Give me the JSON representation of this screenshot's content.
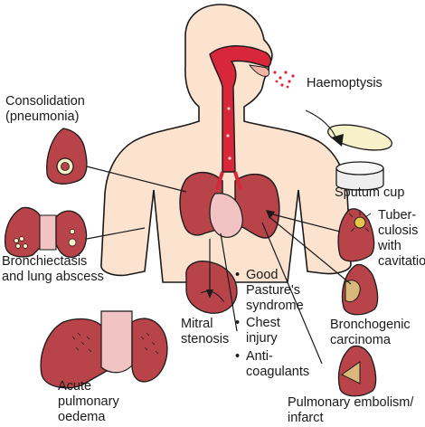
{
  "labels": {
    "haemoptysis": "Haemoptysis",
    "consolidation": "Consolidation\n(pneumonia)",
    "sputum_cup": "Sputum cup",
    "tuberculosis": "Tuber-\nculosis\nwith\ncavitation",
    "bronchiectasis": "Bronchiectasis\nand lung abscess",
    "bronchogenic": "Bronchogenic\ncarcinoma",
    "mitral": "Mitral\nstenosis",
    "acute_oedema": "Acute\npulmonary\noedema",
    "embolism": "Pulmonary embolism/\ninfarct"
  },
  "causes": {
    "bullet": "•",
    "items": [
      "Good\nPasture's\nsyndrome",
      "Chest\ninjury",
      "Anti-\ncoagulants"
    ]
  },
  "colors": {
    "skin": "#fbe3cf",
    "lung": "#b8444a",
    "lung_dark": "#8e2f36",
    "organ_pale": "#f1c3c3",
    "airway": "#d8263a",
    "ink": "#1a1a1a"
  }
}
